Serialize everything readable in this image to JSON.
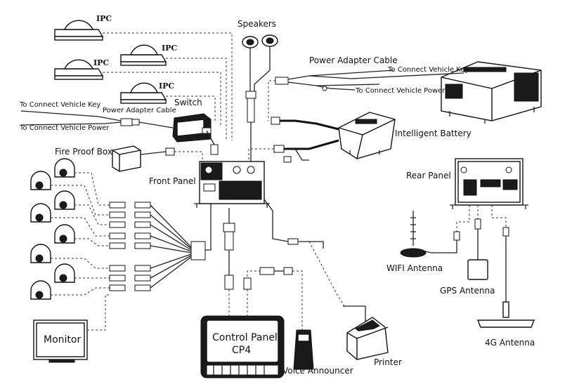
{
  "labels": {
    "speakers": "Speakers",
    "power_adapter_cable_top": "Power Adapter Cable",
    "to_vehicle_key_top": "To Connect Vehicle Key",
    "to_vehicle_power_top": "To Connect Vehicle Power",
    "to_vehicle_key_left": "To Connect Vehicle Key",
    "power_adapter_cable_left": "Power Adapter Cable",
    "to_vehicle_power_left": "To Connect Vehicle Power",
    "switch": "Switch",
    "intelligent_battery": "Intelligent Battery",
    "fire_proof_box": "Fire Proof Box",
    "front_panel": "Front Panel",
    "rear_panel": "Rear Panel",
    "wifi_antenna": "WIFI Antenna",
    "gps_antenna": "GPS Antenna",
    "antenna_4g": "4G Antenna",
    "monitor": "Monitor",
    "control_panel_line1": "Control Panel",
    "control_panel_line2": "CP4",
    "voice_announcer": "Voice Announcer",
    "printer": "Printer"
  },
  "ipc_cameras": [
    "IPC",
    "IPC",
    "IPC",
    "IPC"
  ]
}
